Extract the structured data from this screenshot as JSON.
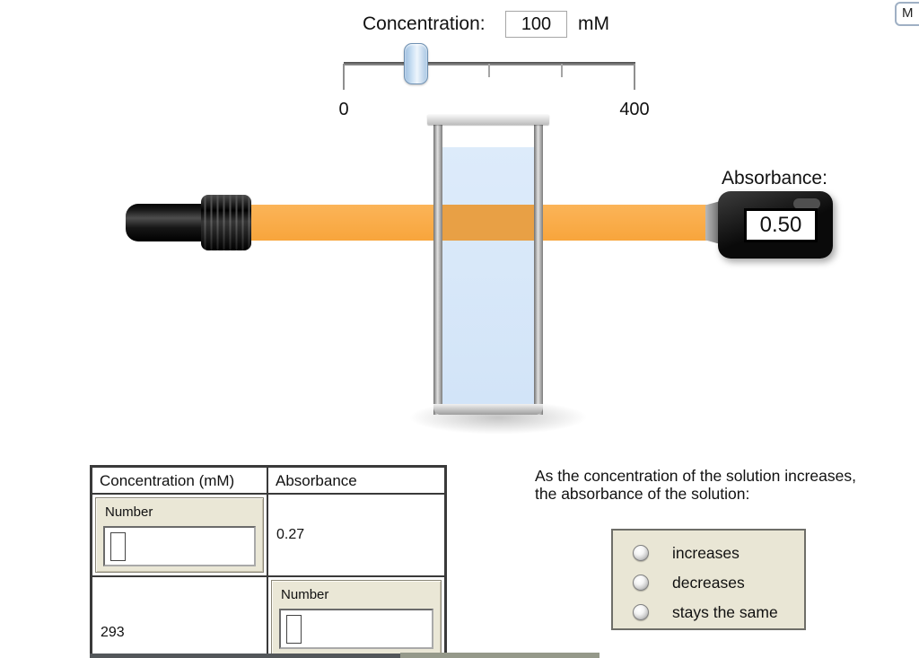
{
  "window": {
    "menu_button_label": "M"
  },
  "concentration_control": {
    "label": "Concentration:",
    "value": "100",
    "unit": "mM",
    "slider": {
      "min_label": "0",
      "max_label": "400",
      "min": 0,
      "max": 400,
      "value": 100
    }
  },
  "detector": {
    "label": "Absorbance:",
    "value": "0.50"
  },
  "table": {
    "col1_header": "Concentration (mM)",
    "col2_header": "Absorbance",
    "row1": {
      "conc_input_label": "Number",
      "conc_input_value": "",
      "abs_text": "0.27"
    },
    "row2": {
      "conc_text": "293",
      "abs_input_label": "Number",
      "abs_input_value": ""
    }
  },
  "question": {
    "line1": "As the concentration of the solution increases,",
    "line2": "the absorbance of the solution:",
    "options": [
      "increases",
      "decreases",
      "stays the same"
    ]
  },
  "colors": {
    "beam": "#F9AA45",
    "beam_in_solution": "#E8A045",
    "solution": "#D6E5F8",
    "panel_bg": "#EAE7D6",
    "answer_box_bg": "#E9E6D5",
    "slider_handle": "#CFE3F5"
  }
}
